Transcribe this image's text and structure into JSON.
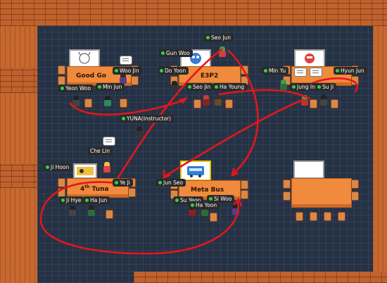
{
  "tables": [
    {
      "name": "Good Go",
      "board": "sketch"
    },
    {
      "name": "E3P2",
      "board": "mascot"
    },
    {
      "name": "",
      "board": "red-character"
    },
    {
      "name": "4th Tuna",
      "board": "photo"
    },
    {
      "name": "Meta Bus",
      "board": "bus"
    },
    {
      "name": "",
      "board": "blank"
    }
  ],
  "labels": {
    "woo_jin": "Woo Jin",
    "yeon_woo": "Yeon Woo",
    "min_jun": "Min Jun",
    "gun_woo": "Gun Woo",
    "seo_jun": "Seo Jun",
    "do_yoon": "Do Yoon",
    "seo_jin": "Seo Jin",
    "ha_young": "Ha Young",
    "min_yu": "Min Yu",
    "hyun_jun": "Hyun Jun",
    "jung_in": "Jung In",
    "su_ji": "Su Ji",
    "instructor": "YUNA(Instructor)",
    "che_lin": "Che Lin",
    "ji_hoon": "Ji Hoon",
    "ye_ji": "Ye Ji",
    "jun_seo": "Jun Seo",
    "ji_hye": "Ji Hye",
    "ha_jun": "Ha Jun",
    "su_yeon": "Su Yeon",
    "si_woo": "Si Woo",
    "ha_yoon": "Ha Yoon",
    "tuna_sup": "th"
  },
  "colors": {
    "floor": "#253246",
    "brick": "#c0622e",
    "table": "#f08a3c",
    "path": "#e3161b",
    "status_online": "#2bd44a"
  }
}
